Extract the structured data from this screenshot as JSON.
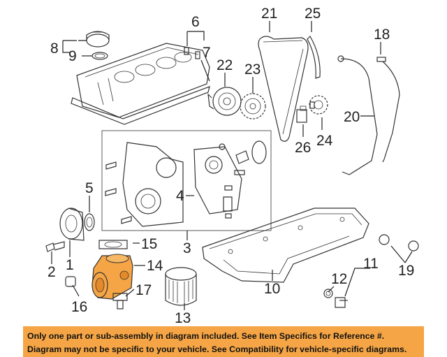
{
  "callouts": {
    "n1": "1",
    "n2": "2",
    "n3": "3",
    "n4": "4",
    "n5": "5",
    "n6": "6",
    "n7": "7",
    "n8": "8",
    "n9": "9",
    "n10": "10",
    "n11": "11",
    "n12": "12",
    "n13": "13",
    "n14": "14",
    "n15": "15",
    "n16": "16",
    "n17": "17",
    "n18": "18",
    "n19": "19",
    "n20": "20",
    "n21": "21",
    "n22": "22",
    "n23": "23",
    "n24": "24",
    "n25": "25",
    "n26": "26"
  },
  "notice": {
    "line1": "Only one part or sub-assembly in diagram included. See Item Specifics for Reference #.",
    "line2": "Diagram may not be specific to your vehicle. See Compatibility for vehicle-specific diagrams."
  },
  "colors": {
    "highlight": "#f5a545",
    "notice_bg": "#f5a545",
    "line": "#333333"
  }
}
